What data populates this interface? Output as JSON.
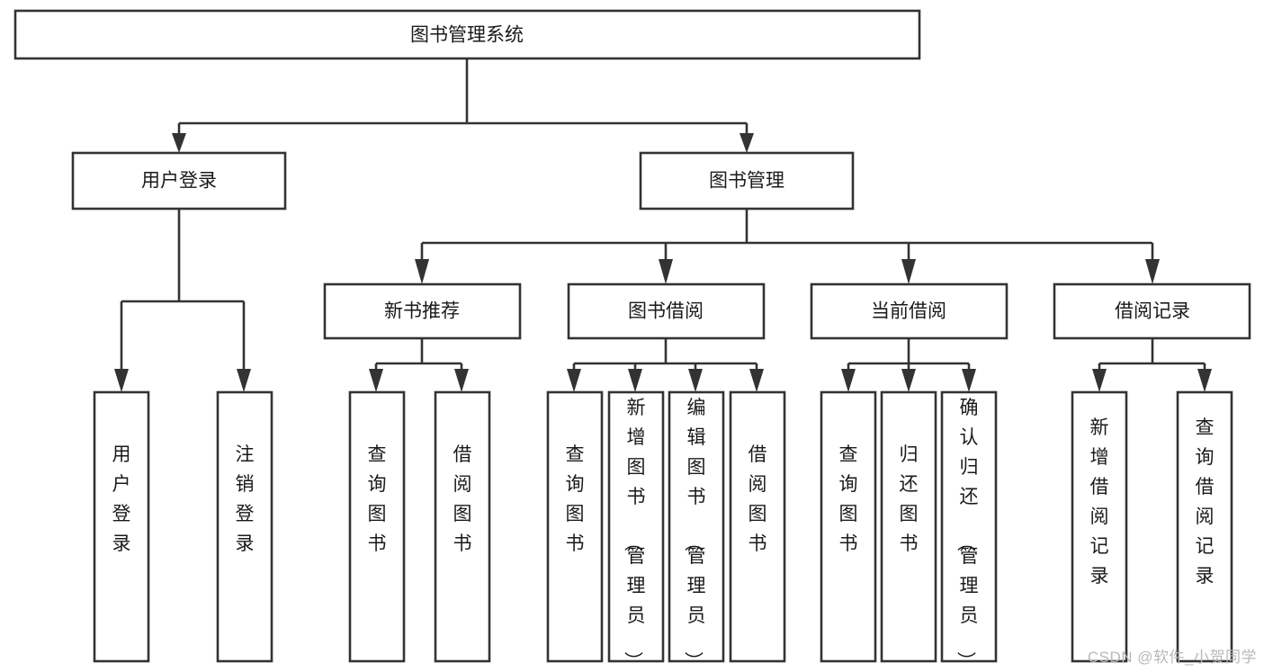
{
  "diagram": {
    "title": "图书管理系统",
    "type": "tree",
    "watermark": "CSDN @软件_小贺同学",
    "levels": {
      "root": {
        "label": "图书管理系统",
        "orientation": "horizontal"
      },
      "tier2": [
        {
          "id": "user-login",
          "label": "用户登录",
          "orientation": "horizontal"
        },
        {
          "id": "book-management",
          "label": "图书管理",
          "orientation": "horizontal"
        }
      ],
      "tier3": [
        {
          "id": "new-book-recommend",
          "label": "新书推荐",
          "orientation": "horizontal",
          "parent": "book-management"
        },
        {
          "id": "book-borrow",
          "label": "图书借阅",
          "orientation": "horizontal",
          "parent": "book-management"
        },
        {
          "id": "current-borrow",
          "label": "当前借阅",
          "orientation": "horizontal",
          "parent": "book-management"
        },
        {
          "id": "borrow-record",
          "label": "借阅记录",
          "orientation": "horizontal",
          "parent": "book-management"
        }
      ],
      "leaves": [
        {
          "id": "leaf-user-login",
          "label": "用户登录",
          "orientation": "vertical",
          "parent": "user-login"
        },
        {
          "id": "leaf-logout-login",
          "label": "注销登录",
          "orientation": "vertical",
          "parent": "user-login"
        },
        {
          "id": "leaf-query-book-1",
          "label": "查询图书",
          "orientation": "vertical",
          "parent": "new-book-recommend"
        },
        {
          "id": "leaf-borrow-book-1",
          "label": "借阅图书",
          "orientation": "vertical",
          "parent": "new-book-recommend"
        },
        {
          "id": "leaf-query-book-2",
          "label": "查询图书",
          "orientation": "vertical",
          "parent": "book-borrow"
        },
        {
          "id": "leaf-add-book",
          "label": "新增图书（管理员）",
          "orientation": "vertical",
          "parent": "book-borrow"
        },
        {
          "id": "leaf-edit-book",
          "label": "编辑图书（管理员）",
          "orientation": "vertical",
          "parent": "book-borrow"
        },
        {
          "id": "leaf-borrow-book-2",
          "label": "借阅图书",
          "orientation": "vertical",
          "parent": "book-borrow"
        },
        {
          "id": "leaf-query-book-3",
          "label": "查询图书",
          "orientation": "vertical",
          "parent": "current-borrow"
        },
        {
          "id": "leaf-return-book",
          "label": "归还图书",
          "orientation": "vertical",
          "parent": "current-borrow"
        },
        {
          "id": "leaf-confirm-return",
          "label": "确认归还（管理员）",
          "orientation": "vertical",
          "parent": "current-borrow"
        },
        {
          "id": "leaf-add-record",
          "label": "新增借阅记录",
          "orientation": "vertical",
          "parent": "borrow-record"
        },
        {
          "id": "leaf-query-record",
          "label": "查询借阅记录",
          "orientation": "vertical",
          "parent": "borrow-record"
        }
      ]
    },
    "colors": {
      "box_fill": "#ffffff",
      "box_stroke": "#333333",
      "text": "#1a1a1a",
      "watermark": "#b8b8b8",
      "background": "#ffffff"
    }
  }
}
